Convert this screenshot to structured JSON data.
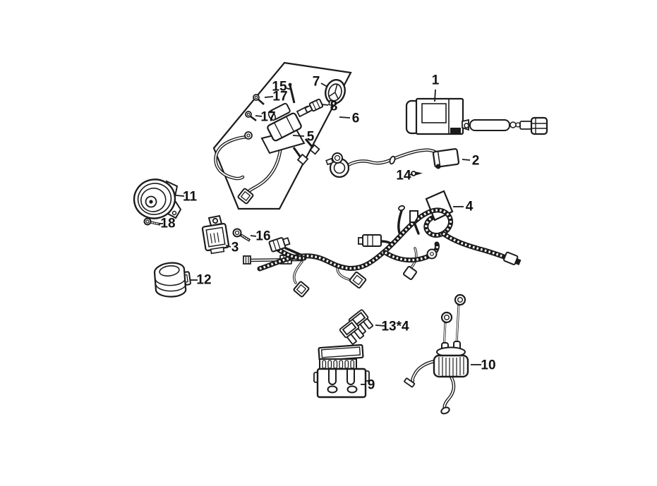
{
  "diagram": {
    "kind": "wire-harness-exploded-parts-diagram",
    "colors": {
      "background": "#ffffff",
      "line": "#1b1b1b",
      "text": "#111111"
    }
  },
  "callouts": [
    {
      "label": "1",
      "part": "ignition-coil-assembly"
    },
    {
      "label": "2",
      "part": "pickup-coil"
    },
    {
      "label": "3",
      "part": "flasher-relay"
    },
    {
      "label": "4",
      "part": "caution-plate"
    },
    {
      "label": "5",
      "part": "ignition-switch"
    },
    {
      "label": "6",
      "part": "switch-mounting-panel"
    },
    {
      "label": "7",
      "part": "switch-cap"
    },
    {
      "label": "8",
      "part": "switch-nut"
    },
    {
      "label": "9",
      "part": "fuse-box"
    },
    {
      "label": "10",
      "part": "starter-magnetic-switch"
    },
    {
      "label": "11",
      "part": "horn"
    },
    {
      "label": "12",
      "part": "rubber-holder"
    },
    {
      "label": "13*4",
      "part": "fuses"
    },
    {
      "label": "14",
      "part": "screw"
    },
    {
      "label": "15",
      "part": "pin-screw"
    },
    {
      "label": "16",
      "part": "flange-bolt"
    },
    {
      "label": "17",
      "part": "screw-upper"
    },
    {
      "label": "17",
      "part": "screw-lower"
    },
    {
      "label": "18",
      "part": "flange-bolt-horn"
    }
  ]
}
